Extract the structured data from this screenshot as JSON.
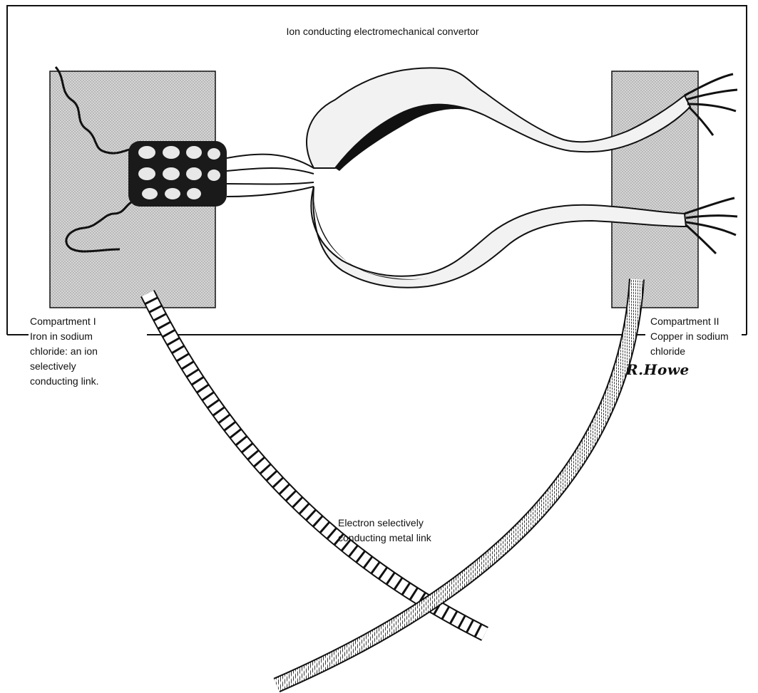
{
  "diagram": {
    "title": "Ion conducting electromechanical convertor",
    "compartment_1": {
      "lines": [
        "Compartment I",
        "Iron in sodium",
        "chloride: an ion",
        "selectively",
        "conducting link."
      ]
    },
    "compartment_2": {
      "lines": [
        "Compartment II",
        "Copper in sodium",
        "chloride"
      ]
    },
    "metal_link": {
      "lines": [
        "Electron selectively",
        "conducting metal link"
      ]
    },
    "signature": "R.Howe"
  },
  "colors": {
    "ink": "#111111",
    "compartment_fill": "#cfcfcf",
    "background": "#ffffff"
  }
}
